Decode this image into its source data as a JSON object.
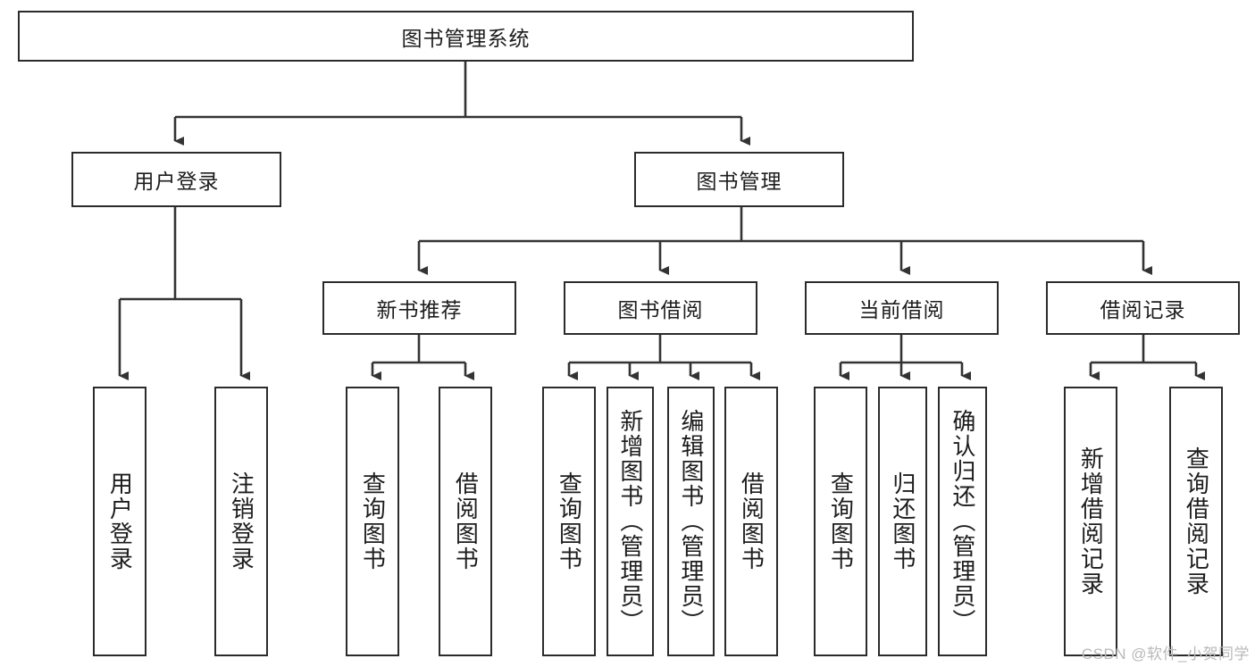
{
  "diagram": {
    "title_node": {
      "label": "图书管理系统"
    },
    "level2": [
      {
        "label": "用户登录"
      },
      {
        "label": "图书管理"
      }
    ],
    "level3": [
      {
        "label": "新书推荐"
      },
      {
        "label": "图书借阅"
      },
      {
        "label": "当前借阅"
      },
      {
        "label": "借阅记录"
      }
    ],
    "leaves": {
      "user_login": [
        {
          "label": "用户登录"
        },
        {
          "label": "注销登录"
        }
      ],
      "new_book_recommend": [
        {
          "label": "查询图书"
        },
        {
          "label": "借阅图书"
        }
      ],
      "book_borrow": [
        {
          "label": "查询图书"
        },
        {
          "label": "新增图书（管理员）"
        },
        {
          "label": "编辑图书（管理员）"
        },
        {
          "label": "借阅图书"
        }
      ],
      "current_borrow": [
        {
          "label": "查询图书"
        },
        {
          "label": "归还图书"
        },
        {
          "label": "确认归还（管理员）"
        }
      ],
      "borrow_record": [
        {
          "label": "新增借阅记录"
        },
        {
          "label": "查询借阅记录"
        }
      ]
    }
  },
  "watermark": {
    "text": "CSDN @软件_小贺同学"
  },
  "colors": {
    "box_border": "#2b2b2b",
    "text": "#1d1d1d",
    "connector": "#333333",
    "background": "#ffffff",
    "watermark": "#b9b9b9"
  }
}
